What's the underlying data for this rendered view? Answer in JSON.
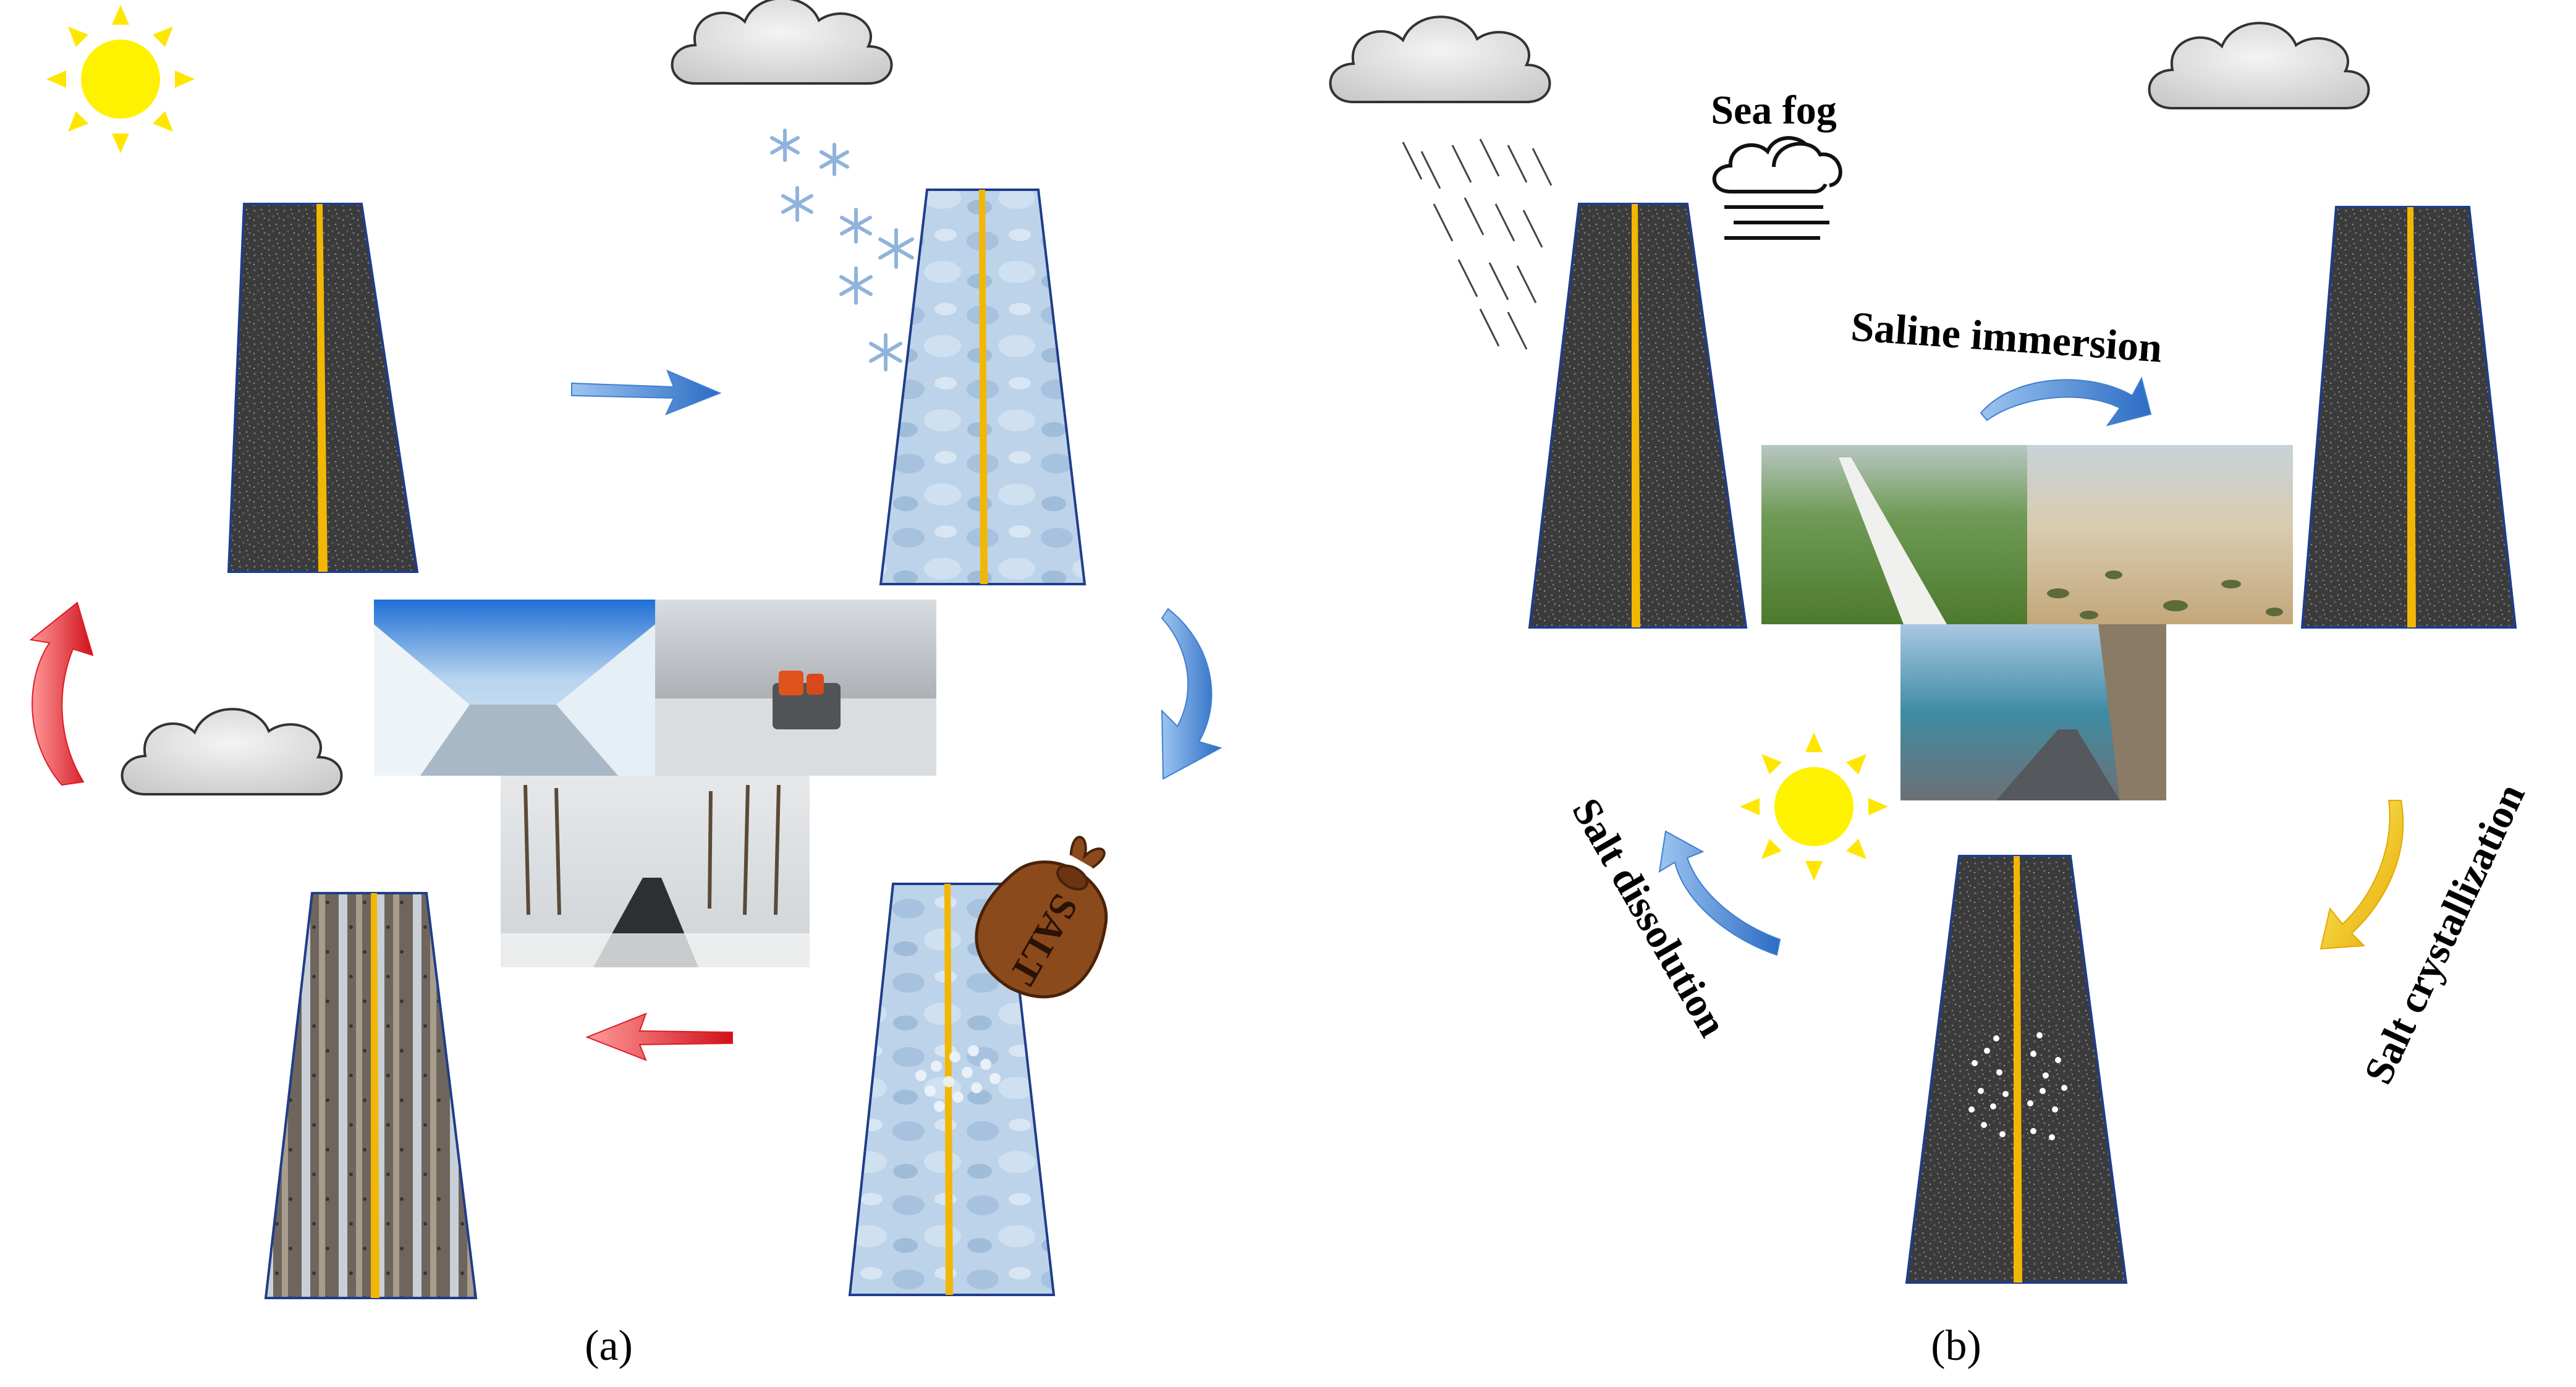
{
  "panel_a": {
    "caption": "(a)",
    "bag_label": "SALT"
  },
  "panel_b": {
    "caption": "(b)",
    "sea_fog_label": "Sea fog",
    "saline_immersion_label": "Saline immersion",
    "salt_dissolution_label": "Salt dissolution",
    "salt_crystallization_label": "Salt crystallization"
  },
  "colors": {
    "asphalt": "#3a3a3a",
    "ice": "#b9d2ea",
    "center_line": "#f2b705",
    "blue_arrow": "#3f7fd0",
    "red_arrow": "#e01b24",
    "yellow_arrow": "#f5c400",
    "sun": "#ffee00",
    "bag": "#8b4a1c"
  }
}
